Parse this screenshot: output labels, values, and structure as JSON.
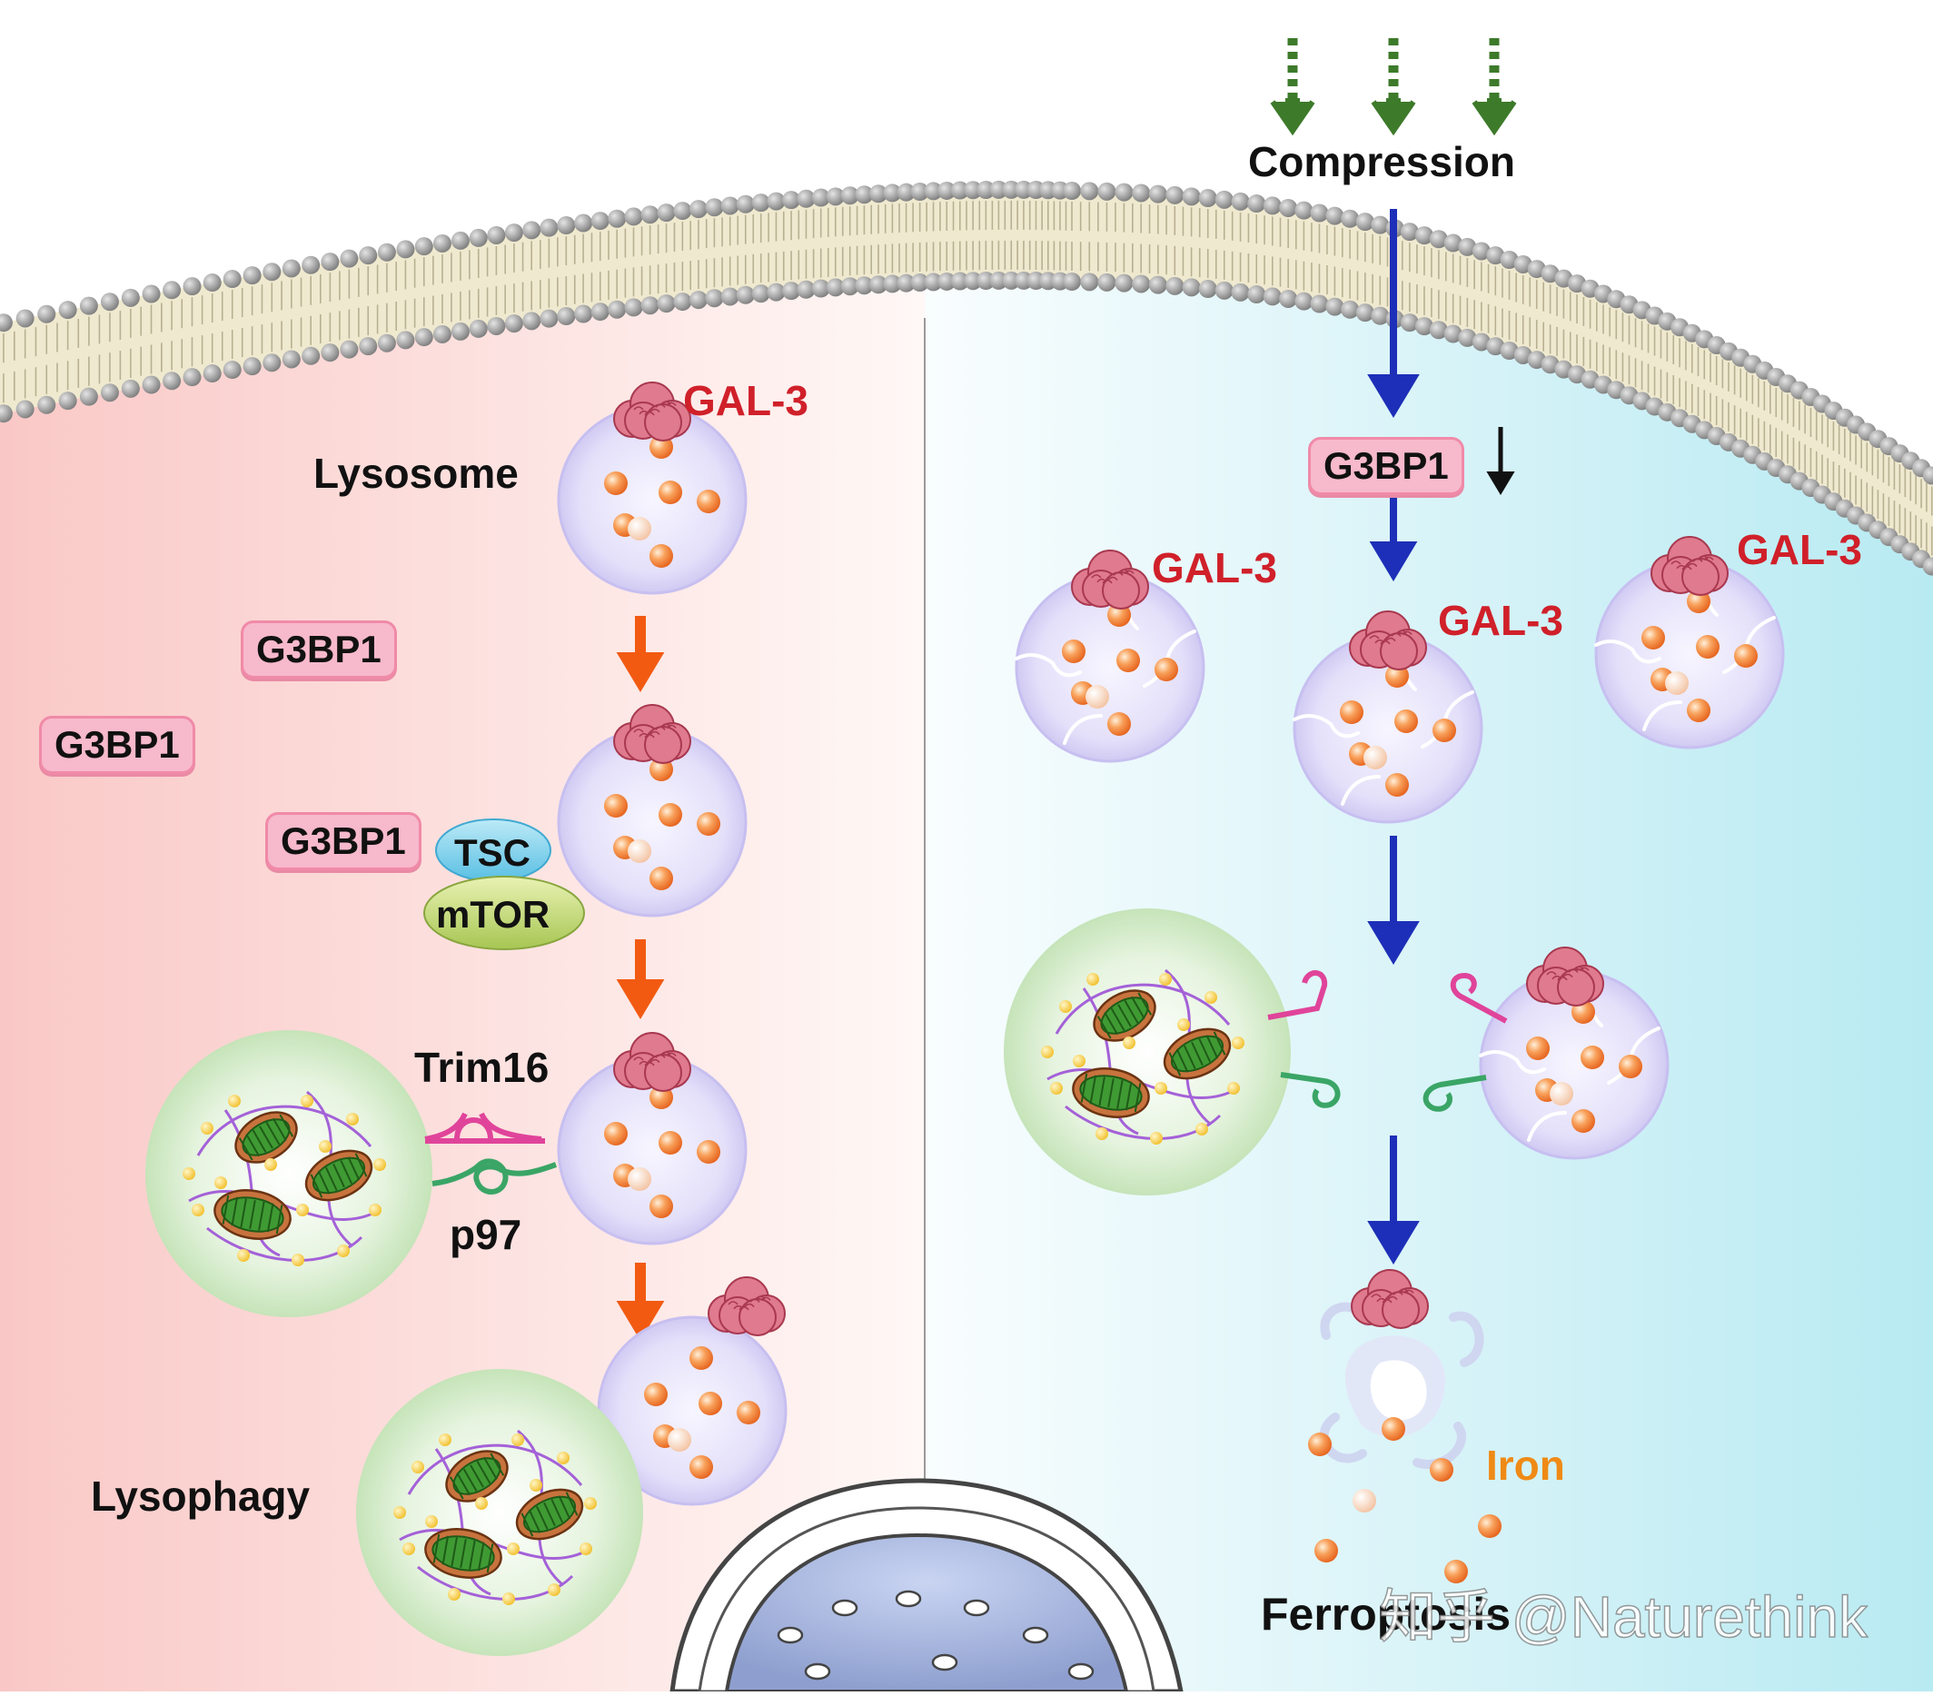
{
  "labels": {
    "compression": "Compression",
    "lysosome": "Lysosome",
    "gal3_top": "GAL-3",
    "g3bp1_free1": "G3BP1",
    "g3bp1_free2": "G3BP1",
    "g3bp1_bound": "G3BP1",
    "tsc": "TSC",
    "mtor": "mTOR",
    "trim16": "Trim16",
    "p97": "p97",
    "lysophagy": "Lysophagy",
    "g3bp1_right": "G3BP1",
    "gal3_r1": "GAL-3",
    "gal3_r2": "GAL-3",
    "gal3_r3": "GAL-3",
    "iron": "Iron",
    "ferroptosis": "Ferroptosis",
    "watermark": "知乎 @Naturethink"
  },
  "colors": {
    "left_bg_start": "#f9c9c9",
    "right_bg_end": "#b8eaf2",
    "membrane_head": "#9a9a9a",
    "membrane_tail": "#d8d2b4",
    "orange_arrow": "#f25a12",
    "blue_arrow": "#1d2fb8",
    "green_arrow": "#3d7a2a",
    "gal3": "#d9687e",
    "lysosome": "#d9d4f3",
    "iron_dot": "#f28a3c",
    "autophagosome": "#cfe9c5",
    "mitochondria": "#c8733e",
    "trim16": "#e0449a",
    "p97": "#3aa566",
    "tsc": "#8ad2ea",
    "mtor": "#c4d77a",
    "nucleus": "#a9b8e0"
  },
  "icons": {
    "gal3": "gal-3-protein-blob",
    "iron": "iron-sphere",
    "mitochondria": "mitochondrion-icon"
  }
}
